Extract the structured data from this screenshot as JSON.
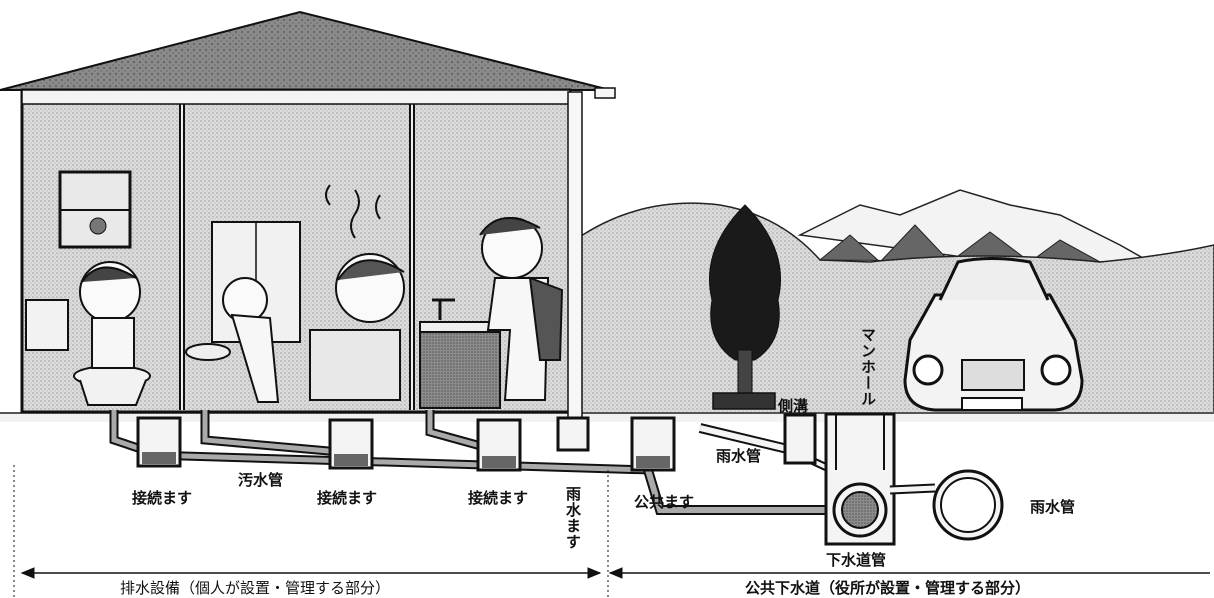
{
  "labels": {
    "connection_box_1": "接続ます",
    "sewage_pipe": "汚水管",
    "connection_box_2": "接続ます",
    "connection_box_3": "接続ます",
    "rainwater_box": "雨水ます",
    "public_box": "公共ます",
    "rainwater_pipe_upper": "雨水管",
    "side_ditch": "側溝",
    "manhole": "マンホール",
    "rainwater_pipe_right": "雨水管",
    "sewer_pipe": "下水道管"
  },
  "sections": {
    "private": "排水設備（個人が設置・管理する部分）",
    "public": "公共下水道（役所が設置・管理する部分）"
  }
}
